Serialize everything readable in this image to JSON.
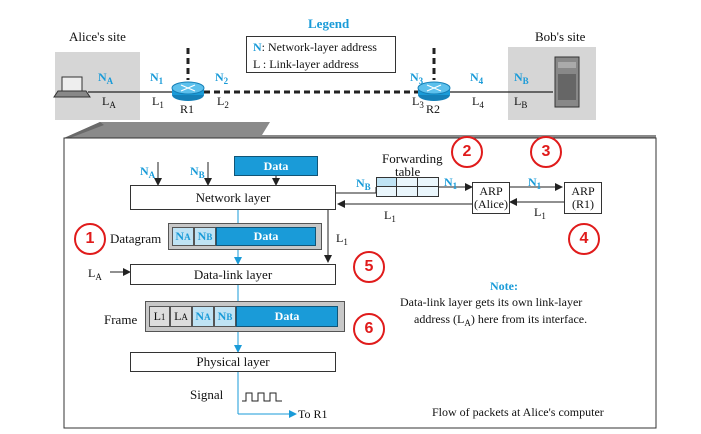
{
  "legend": {
    "title": "Legend",
    "n_key": "N",
    "n_text": ": Network-layer address",
    "l_key": "L",
    "l_text": " : Link-layer address"
  },
  "top": {
    "alice_site": "Alice's site",
    "bob_site": "Bob's site",
    "router1": "R1",
    "router2": "R2",
    "na": "N",
    "na_sub": "A",
    "la": "L",
    "la_sub": "A",
    "n1": "N",
    "n1_sub": "1",
    "l1": "L",
    "l1_sub": "1",
    "n2": "N",
    "n2_sub": "2",
    "l2": "L",
    "l2_sub": "2",
    "n3": "N",
    "n3_sub": "3",
    "l3": "L",
    "l3_sub": "3",
    "n4": "N",
    "n4_sub": "4",
    "l4": "L",
    "l4_sub": "4",
    "nb": "N",
    "nb_sub": "B",
    "lb": "L",
    "lb_sub": "B"
  },
  "detail": {
    "in_na": "N",
    "in_na_sub": "A",
    "in_nb": "N",
    "in_nb_sub": "B",
    "data_label": "Data",
    "network_layer": "Network layer",
    "forwarding_table_1": "Forwarding",
    "forwarding_table_2": "table",
    "ft_nb": "N",
    "ft_nb_sub": "B",
    "ft_n1": "N",
    "ft_n1_sub": "1",
    "arp_alice_1": "ARP",
    "arp_alice_2": "(Alice)",
    "arp_r1_1": "ARP",
    "arp_r1_2": "(R1)",
    "arp_n1": "N",
    "arp_n1_sub": "1",
    "l1_left": "L",
    "l1_left_sub": "1",
    "l1_right": "L",
    "l1_right_sub": "1",
    "l1_down": "L",
    "l1_down_sub": "1",
    "datagram_label": "Datagram",
    "dg_na": "N",
    "dg_na_sub": "A",
    "dg_nb": "N",
    "dg_nb_sub": "B",
    "dg_data": "Data",
    "la_in": "L",
    "la_in_sub": "A",
    "data_link_layer": "Data-link layer",
    "frame_label": "Frame",
    "fr_l1": "L",
    "fr_l1_sub": "1",
    "fr_la": "L",
    "fr_la_sub": "A",
    "fr_na": "N",
    "fr_na_sub": "A",
    "fr_nb": "N",
    "fr_nb_sub": "B",
    "fr_data": "Data",
    "physical_layer": "Physical layer",
    "signal_label": "Signal",
    "to_r1": "To R1",
    "note_title": "Note:",
    "note_line1": "Data-link layer gets its own link-layer",
    "note_line2_a": "address (L",
    "note_line2_sub": "A",
    "note_line2_b": ") here from its interface.",
    "caption": "Flow of packets at Alice's computer"
  },
  "markers": [
    "1",
    "2",
    "3",
    "4",
    "5",
    "6"
  ],
  "colors": {
    "blue": "#1a9bd8",
    "red": "#e01b1b",
    "gray": "#c8c8c8",
    "light_blue": "#bfe3f4"
  }
}
